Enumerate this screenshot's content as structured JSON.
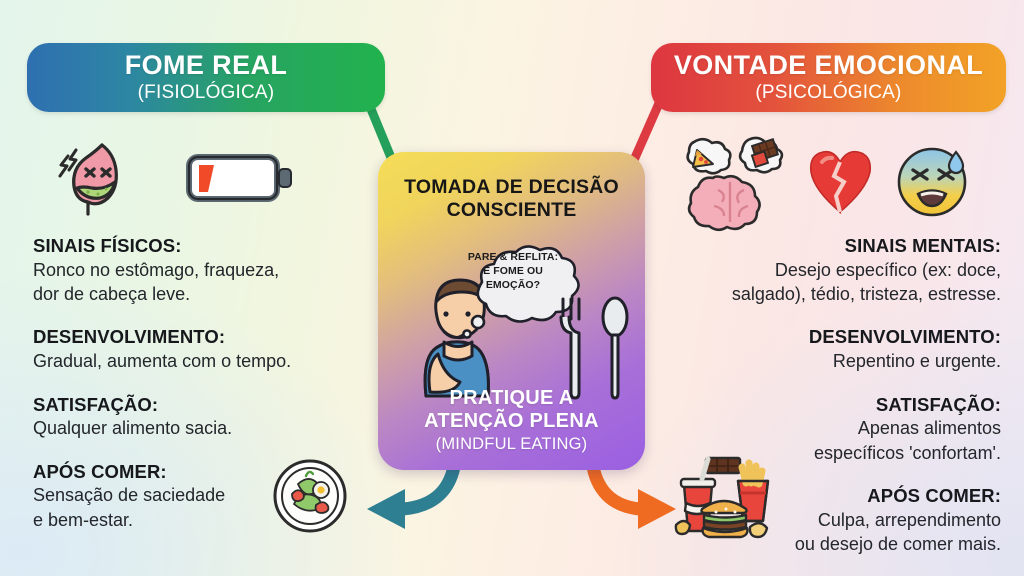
{
  "headers": {
    "left": {
      "title": "FOME REAL",
      "subtitle": "(FISIOLÓGICA)",
      "color_from": "#2e6fb0",
      "color_to": "#22b24e"
    },
    "right": {
      "title": "VONTADE EMOCIONAL",
      "subtitle": "(PSICOLÓGICA)",
      "color_from": "#dd3640",
      "color_to": "#f2a226"
    }
  },
  "left_column": {
    "blocks": [
      {
        "heading": "SINAIS FÍSICOS:",
        "body_line1": "Ronco no estômago, fraqueza,",
        "body_line2": "dor de cabeça leve."
      },
      {
        "heading": "DESENVOLVIMENTO:",
        "body_line1": "Gradual, aumenta com o tempo.",
        "body_line2": ""
      },
      {
        "heading": "SATISFAÇÃO:",
        "body_line1": "Qualquer alimento sacia.",
        "body_line2": ""
      },
      {
        "heading": "APÓS COMER:",
        "body_line1": "Sensação de saciedade",
        "body_line2": "e bem-estar."
      }
    ],
    "icons": [
      "growling-stomach-icon",
      "low-battery-icon",
      "healthy-salad-bowl-icon"
    ]
  },
  "right_column": {
    "blocks": [
      {
        "heading": "SINAIS MENTAIS:",
        "body_line1": "Desejo específico (ex: doce,",
        "body_line2": "salgado), tédio, tristeza, estresse."
      },
      {
        "heading": "DESENVOLVIMENTO:",
        "body_line1": "Repentino e urgente.",
        "body_line2": ""
      },
      {
        "heading": "SATISFAÇÃO:",
        "body_line1": "Apenas alimentos",
        "body_line2": "específicos 'confortam'."
      },
      {
        "heading": "APÓS COMER:",
        "body_line1": "Culpa, arrependimento",
        "body_line2": "ou desejo de comer mais."
      }
    ],
    "icons": [
      "brain-craving-icon",
      "broken-heart-icon",
      "anxious-face-icon",
      "fast-food-combo-icon"
    ]
  },
  "center_card": {
    "title_line1": "TOMADA DE DECISÃO",
    "title_line2": "CONSCIENTE",
    "thought_line1": "PARE & REFLITA:",
    "thought_line2": "É FOME OU",
    "thought_line3": "EMOÇÃO?",
    "footer_line1": "PRATIQUE A",
    "footer_line2": "ATENÇÃO PLENA",
    "footer_line3": "(MINDFUL EATING)",
    "gradient_from": "#f5dd57",
    "gradient_to": "#9a5fe2",
    "icons": [
      "thinking-person-icon",
      "fork-icon",
      "spoon-icon",
      "thought-bubble-icon"
    ]
  },
  "connectors": {
    "left_line_color": "#25a05b",
    "right_line_color": "#dd3a42",
    "left_arrow_color": "#2e7f92",
    "right_arrow_color": "#ef6b22"
  }
}
